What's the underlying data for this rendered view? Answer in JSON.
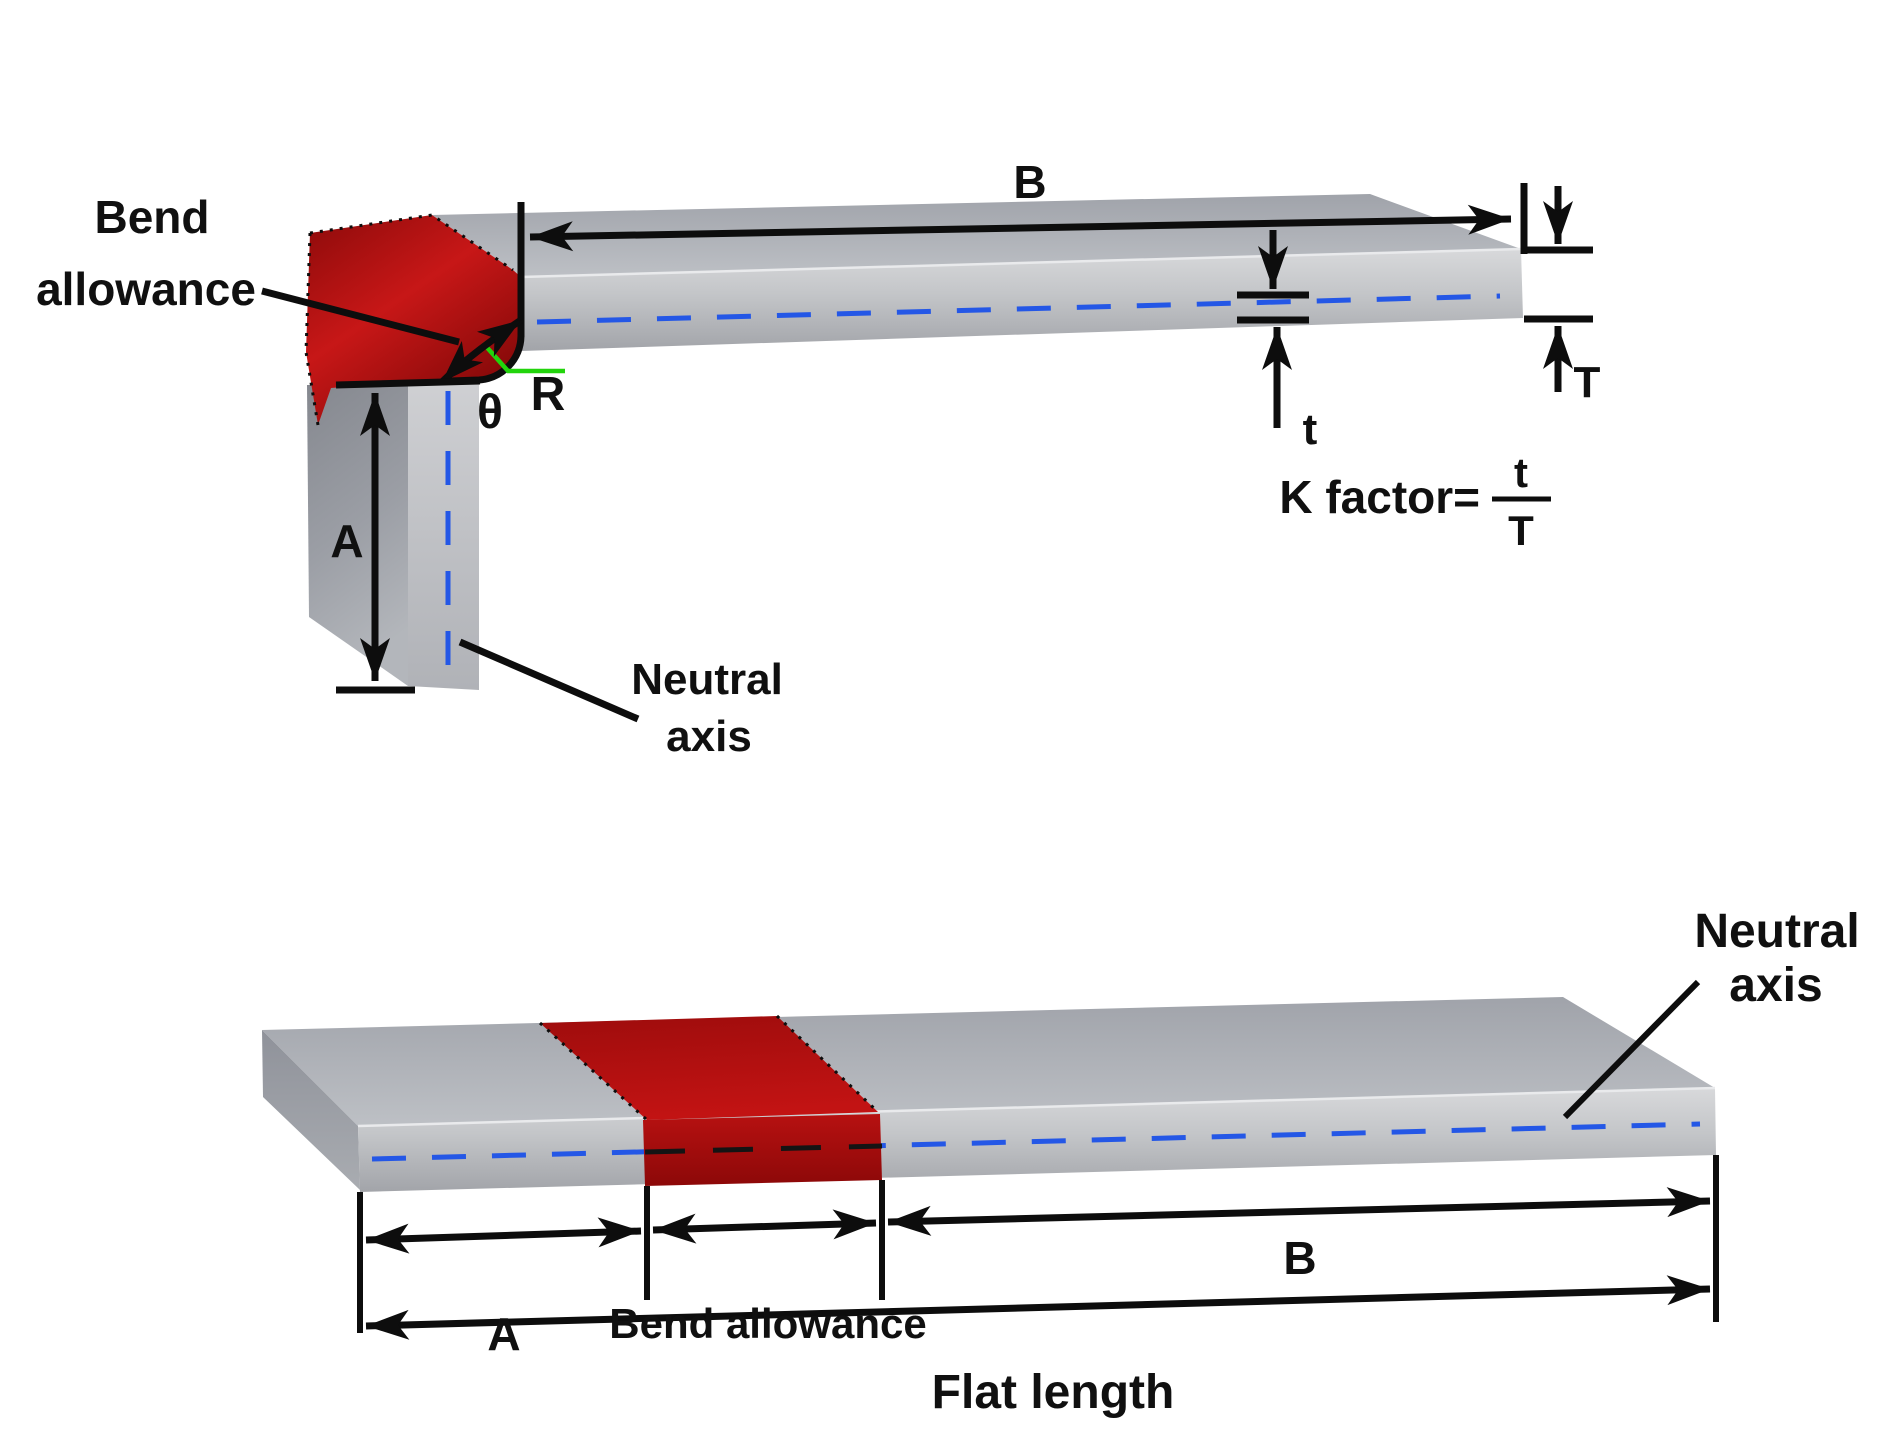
{
  "diagram": {
    "title": "Sheet metal bend allowance and K-factor diagram",
    "colors": {
      "background": "#ffffff",
      "metal_gray": "#aeb1b7",
      "bend_red": "#b31010",
      "neutral_axis_blue": "#2457e6",
      "radius_green": "#22d40c",
      "line_black": "#0d0d0d"
    },
    "bent_view": {
      "bend_allowance_line1": "Bend",
      "bend_allowance_line2": "allowance",
      "dim_b": "B",
      "dim_a": "A",
      "angle": "θ",
      "radius": "R",
      "neutral_thickness": "t",
      "total_thickness": "T",
      "neutral_line1": "Neutral",
      "neutral_line2": "axis",
      "k_factor_lhs": "K factor=",
      "k_factor_numerator": "t",
      "k_factor_denominator": "T"
    },
    "flat_view": {
      "dim_a": "A",
      "bend_allowance": "Bend allowance",
      "dim_b": "B",
      "flat_length": "Flat length",
      "neutral_line1": "Neutral",
      "neutral_line2": "axis"
    }
  }
}
